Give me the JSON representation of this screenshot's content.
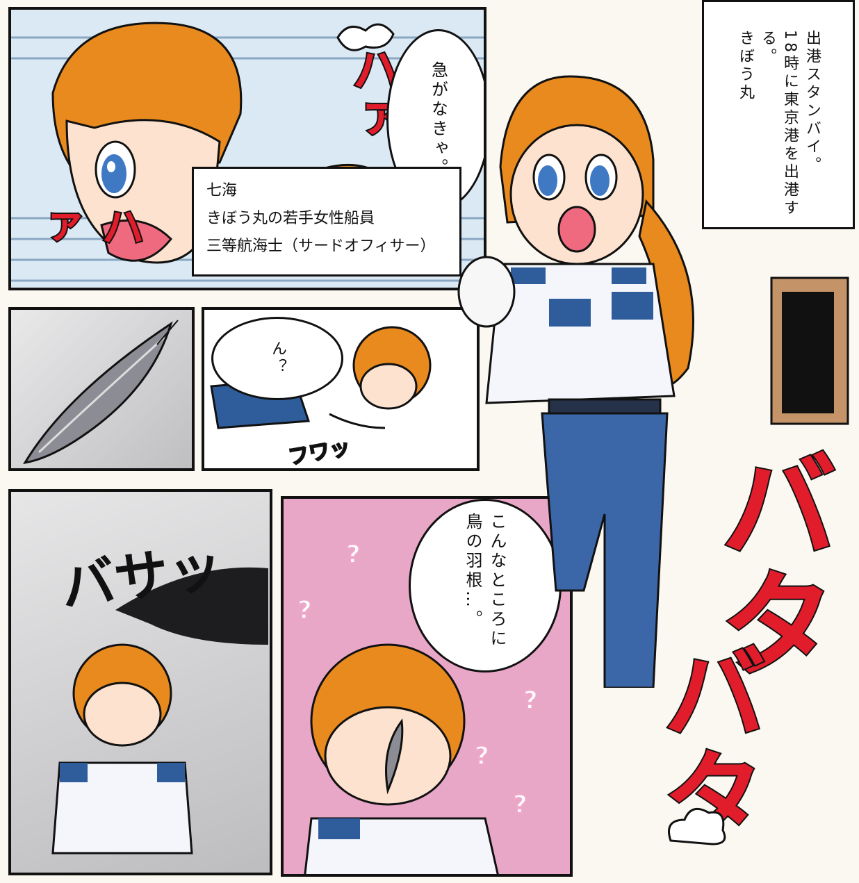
{
  "caption_top_right": {
    "lines": [
      "きぼう丸",
      "18時に東京港を出港する。",
      "出港スタンバイ。"
    ]
  },
  "intro_box": {
    "lines": [
      "七海",
      "きぼう丸の若手女性船員",
      "三等航海士（サードオフィサー）"
    ]
  },
  "panel1": {
    "speech": "急がなきゃ。",
    "sfx_a": "ハァ",
    "sfx_b": "ハァ"
  },
  "panel3": {
    "speech": "ん？",
    "sfx": "フワッ"
  },
  "panel4": {
    "sfx": "バサッ"
  },
  "panel5": {
    "speech": "こんなところに鳥の羽根…。",
    "qmarks": [
      "?",
      "?",
      "?",
      "?",
      "?"
    ]
  },
  "main": {
    "sfx_a": "バタ",
    "sfx_b": "バタ"
  },
  "colors": {
    "hair": "#e88a1e",
    "uniform_blue": "#2f5d9c",
    "pants_blue": "#3b66a8",
    "pink_bg": "#e9a7c8",
    "sfx_red": "#e11d2c"
  }
}
